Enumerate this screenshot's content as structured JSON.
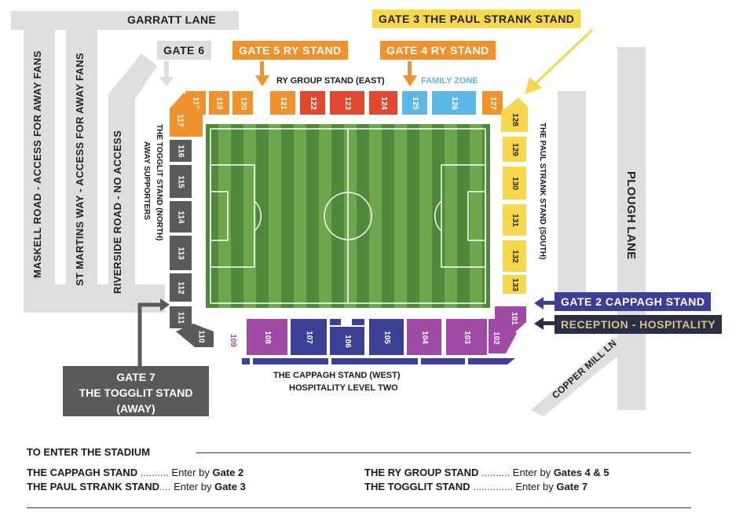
{
  "roads": {
    "garratt": "GARRATT LANE",
    "maskell": "MASKELL ROAD - ACCESS FOR AWAY FANS",
    "st_martins": "ST MARTINS WAY - ACCESS FOR AWAY FANS",
    "riverside": "RIVERSIDE ROAD - NO ACCESS",
    "plough": "PLOUGH LANE",
    "copper_mill": "COPPER MILL LN"
  },
  "gates": {
    "gate6": "GATE 6",
    "gate5": "GATE 5 RY STAND",
    "gate4": "GATE 4 RY STAND",
    "gate3": "GATE 3 THE PAUL STRANK STAND",
    "gate2": "GATE 2 CAPPAGH STAND",
    "reception": "RECEPTION - HOSPITALITY",
    "gate7_line1": "GATE 7",
    "gate7_line2": "THE TOGGLIT STAND",
    "gate7_line3": "(AWAY)"
  },
  "colors": {
    "orange": "#f0922b",
    "red": "#e2482d",
    "light_blue": "#5bb8e6",
    "yellow": "#f7d84a",
    "purple": "#9f4ba5",
    "navy": "#3b3f95",
    "dark_gray": "#5a5a5a",
    "pitch_dark": "#4e8a3a",
    "pitch_light": "#6fa54c",
    "reception_text": "#d8c27e",
    "reception_bg": "#2a2f45"
  },
  "stands": {
    "east_title": "RY GROUP STAND (EAST)",
    "family_zone": "FAMILY ZONE",
    "north_line1": "THE TOGGLIT STAND (NORTH)",
    "north_line2": "AWAY SUPPORTERS",
    "south": "THE PAUL STRANK STAND (SOUTH)",
    "west_line1": "THE CAPPAGH STAND (WEST)",
    "west_line2": "HOSPITALITY LEVEL TWO"
  },
  "blocks": {
    "east": [
      "118",
      "119",
      "120",
      "121",
      "122",
      "123",
      "124",
      "125",
      "126",
      "127"
    ],
    "corner_ne": "117",
    "north": [
      "116",
      "115",
      "114",
      "113",
      "112",
      "111"
    ],
    "corner_nw": "110",
    "south": [
      "128",
      "129",
      "130",
      "131",
      "132",
      "133"
    ],
    "corner_sw": "101",
    "west": [
      "109",
      "108",
      "107",
      "106",
      "105",
      "104",
      "103",
      "102"
    ]
  },
  "legend": {
    "title": "TO ENTER THE STADIUM",
    "rows": [
      {
        "stand": "THE CAPPAGH STAND",
        "dots": " ..........",
        "enter": " Enter by ",
        "gate": "Gate 2"
      },
      {
        "stand": "THE PAUL STRANK STAND",
        "dots": "....",
        "enter": " Enter by ",
        "gate": "Gate 3"
      },
      {
        "stand": "THE RY GROUP STAND",
        "dots": " ..........",
        "enter": " Enter by ",
        "gate": "Gates 4 & 5"
      },
      {
        "stand": "THE TOGGLIT STAND",
        "dots": " ..............",
        "enter": " Enter by ",
        "gate": "Gate 7"
      }
    ]
  }
}
